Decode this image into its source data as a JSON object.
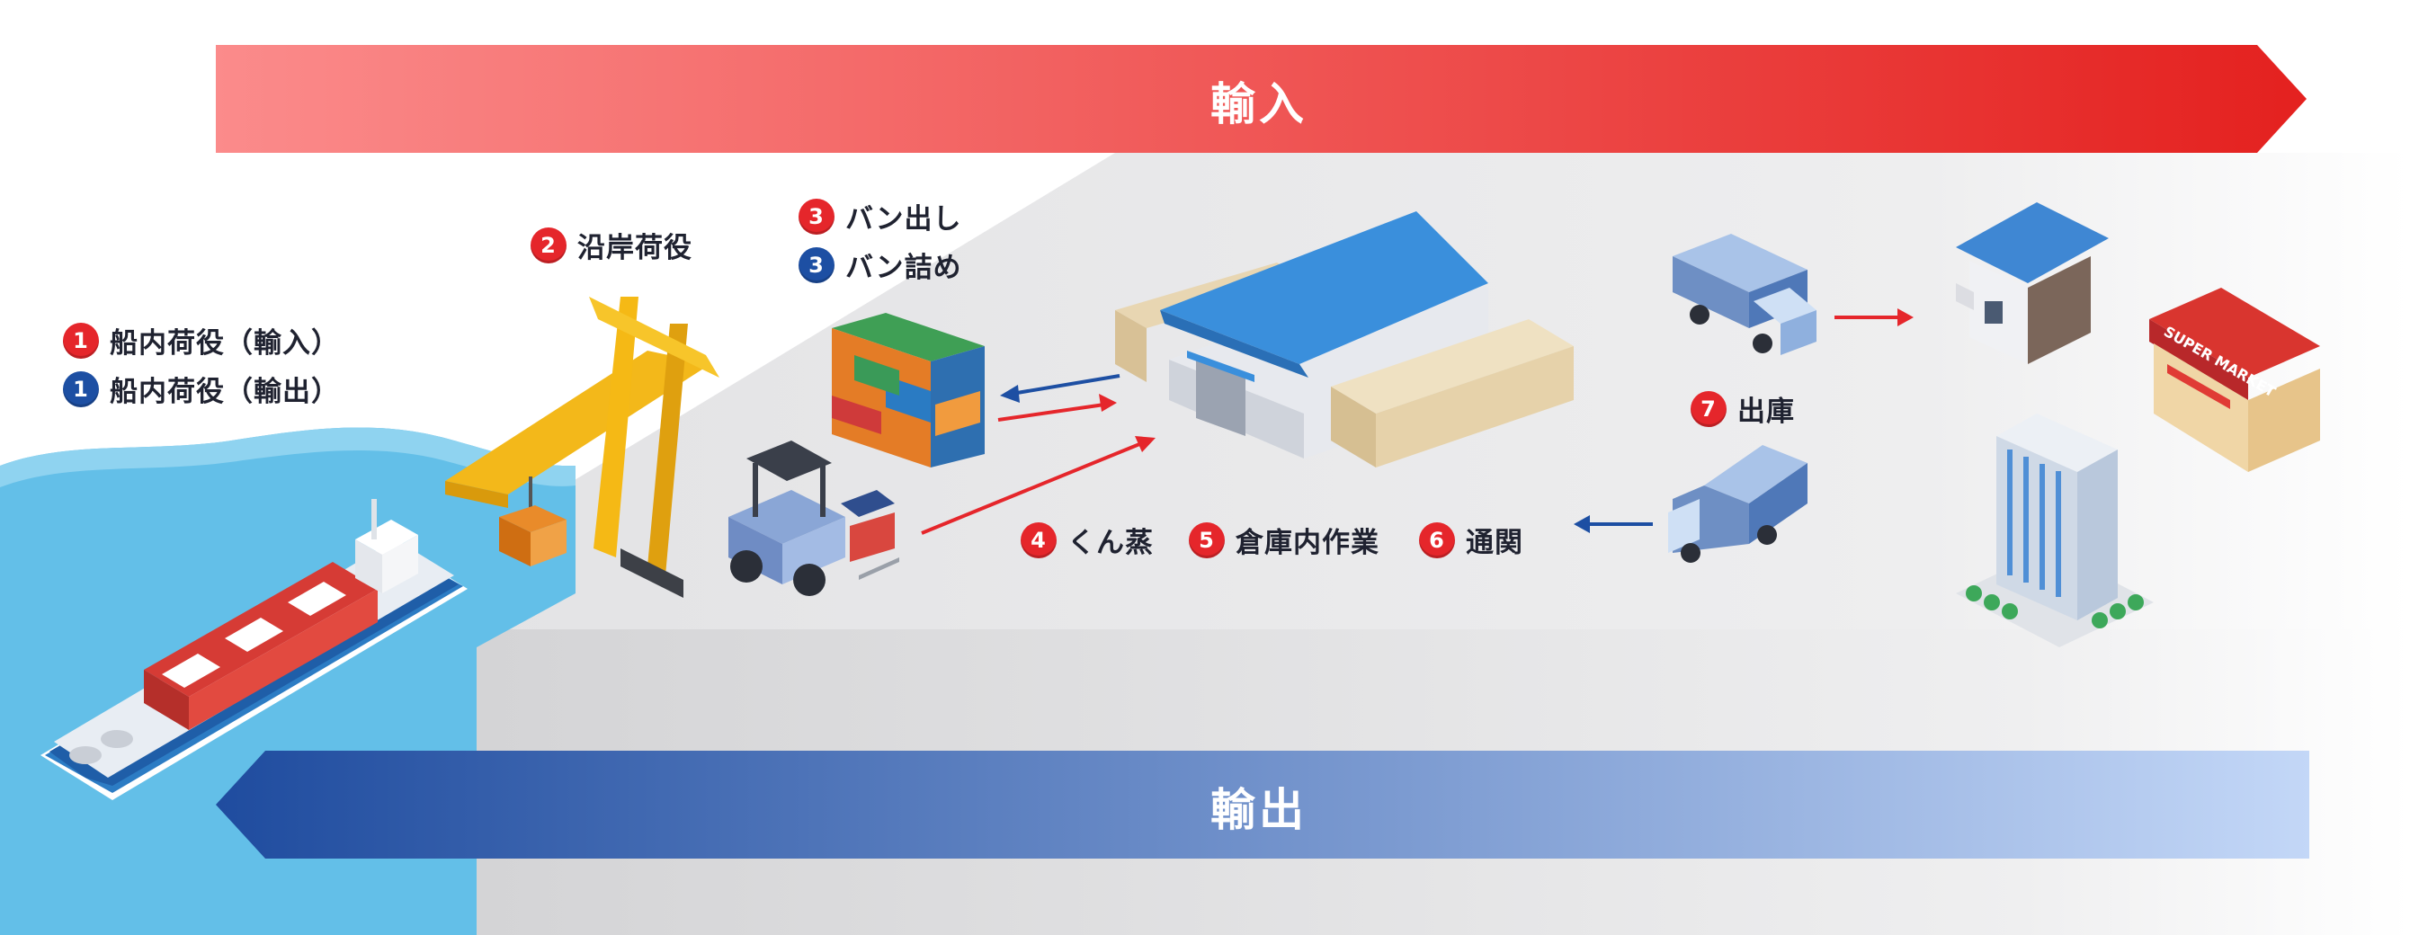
{
  "banners": {
    "import_label": "輸入",
    "export_label": "輸出"
  },
  "steps": {
    "ship_import": {
      "num": "1",
      "label": "船内荷役（輸入）"
    },
    "ship_export": {
      "num": "1",
      "label": "船内荷役（輸出）"
    },
    "coastal": {
      "num": "2",
      "label": "沿岸荷役"
    },
    "devanning": {
      "num": "3",
      "label": "バン出し"
    },
    "vanning": {
      "num": "3",
      "label": "バン詰め"
    },
    "fumigation": {
      "num": "4",
      "label": "くん蒸"
    },
    "warehouse_work": {
      "num": "5",
      "label": "倉庫内作業"
    },
    "customs": {
      "num": "6",
      "label": "通関"
    },
    "shipping_out": {
      "num": "7",
      "label": "出庫"
    }
  },
  "store_sign": "SUPER MARKET",
  "colors": {
    "import_start": "#fb8b8b",
    "import_end": "#e4211f",
    "export_start": "#1f4c9f",
    "export_end": "#c3d7f7",
    "sea": "#63bfe8",
    "step_red": "#e5262b",
    "step_blue": "#1d4fa3"
  },
  "icons": [
    "container-ship-icon",
    "gantry-crane-icon",
    "container-stack-icon",
    "forklift-icon",
    "warehouse-icon",
    "truck-icon",
    "house-icon",
    "supermarket-icon",
    "office-building-icon"
  ]
}
